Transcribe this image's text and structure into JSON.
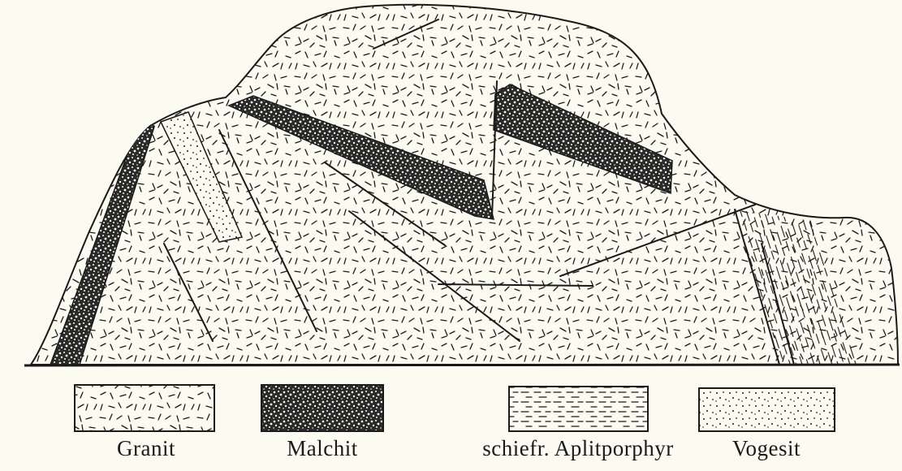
{
  "figure": {
    "rock_types": [
      "granite",
      "malchite-dike",
      "schistose-aplite-porphyry",
      "vogesite-dike"
    ]
  },
  "legend": {
    "items": [
      {
        "label": "Granit",
        "pattern": "granite-dashes"
      },
      {
        "label": "Malchit",
        "pattern": "dense-speckle"
      },
      {
        "label": "schiefr. Aplitporphyr",
        "pattern": "horizontal-dashes"
      },
      {
        "label": "Vogesit",
        "pattern": "dots"
      }
    ]
  },
  "colors": {
    "paper": "#fbfbf2",
    "ink": "#1a1a1a"
  }
}
